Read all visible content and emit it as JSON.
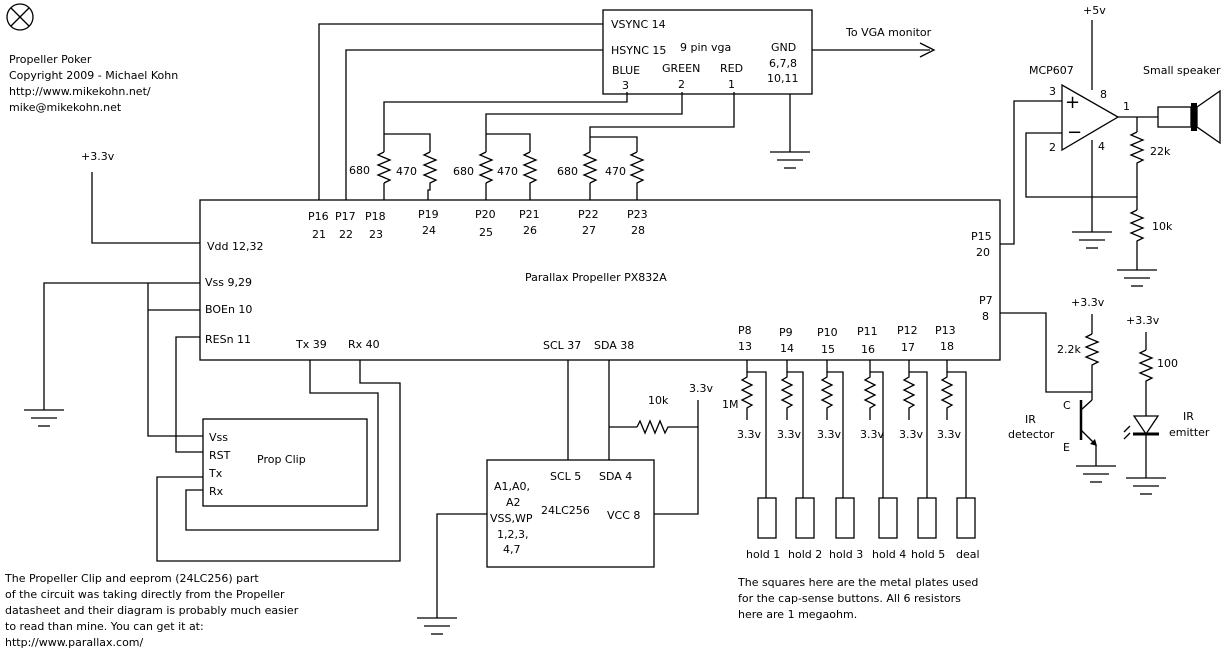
{
  "header": {
    "title": "Propeller Poker",
    "copyright": "Copyright 2009 - Michael Kohn",
    "url": "http://www.mikekohn.net/",
    "email": "mike@mikekohn.net"
  },
  "supply": {
    "v33_main": "+3.3v",
    "v5": "+5v",
    "v33_ir_detector": "+3.3v",
    "v33_ir_emitter": "+3.3v",
    "v33_eeprom": "3.3v"
  },
  "vga": {
    "vsync": "VSYNC 14",
    "hsync": "HSYNC 15",
    "title": "9 pin vga",
    "gnd": "GND",
    "gnd_pins_a": "6,7,8",
    "gnd_pins_b": "10,11",
    "blue": "BLUE",
    "green": "GREEN",
    "red": "RED",
    "blue_pin": "3",
    "green_pin": "2",
    "red_pin": "1",
    "to_monitor": "To VGA monitor"
  },
  "dac_resistors": [
    "680",
    "470",
    "680",
    "470",
    "680",
    "470"
  ],
  "propeller": {
    "name": "Parallax Propeller PX832A",
    "top_pins": [
      {
        "name": "P16",
        "num": "21"
      },
      {
        "name": "P17",
        "num": "22"
      },
      {
        "name": "P18",
        "num": "23"
      },
      {
        "name": "P19",
        "num": "24"
      },
      {
        "name": "P20",
        "num": "25"
      },
      {
        "name": "P21",
        "num": "26"
      },
      {
        "name": "P22",
        "num": "27"
      },
      {
        "name": "P23",
        "num": "28"
      }
    ],
    "vdd": "Vdd 12,32",
    "vss": "Vss 9,29",
    "boen": "BOEn 10",
    "resn": "RESn 11",
    "tx": "Tx 39",
    "rx": "Rx 40",
    "scl": "SCL 37",
    "sda": "SDA 38",
    "bottom_pins": [
      {
        "name": "P8",
        "num": "13"
      },
      {
        "name": "P9",
        "num": "14"
      },
      {
        "name": "P10",
        "num": "15"
      },
      {
        "name": "P11",
        "num": "16"
      },
      {
        "name": "P12",
        "num": "17"
      },
      {
        "name": "P13",
        "num": "18"
      }
    ],
    "p15_name": "P15",
    "p15_num": "20",
    "p7_name": "P7",
    "p7_num": "8"
  },
  "prop_clip": {
    "title": "Prop Clip",
    "vss": "Vss",
    "rst": "RST",
    "tx": "Tx",
    "rx": "Rx"
  },
  "eeprom": {
    "name": "24LC256",
    "scl": "SCL 5",
    "sda": "SDA 4",
    "a_pins": "A1,A0,",
    "a2": "A2",
    "vss_wp": "VSS,WP",
    "pins_1": "1,2,3,",
    "pins_2": "4,7",
    "vcc": "VCC 8",
    "pullup": "10k"
  },
  "cap_sense": {
    "resistor": "1M",
    "rail": "3.3v",
    "buttons": [
      "hold 1",
      "hold 2",
      "hold 3",
      "hold 4",
      "hold 5",
      "deal"
    ]
  },
  "amplifier": {
    "name": "MCP607",
    "plus": "+",
    "minus": "−",
    "pin3": "3",
    "pin2": "2",
    "pin8": "8",
    "pin4": "4",
    "pin1": "1",
    "r_feedback": "22k",
    "r_ground": "10k",
    "speaker": "Small speaker"
  },
  "ir": {
    "detector_label_1": "IR",
    "detector_label_2": "detector",
    "pullup": "2.2k",
    "c": "C",
    "e": "E",
    "emitter_label_1": "IR",
    "emitter_label_2": "emitter",
    "emitter_r": "100"
  },
  "notes": {
    "clip_note": [
      "The Propeller Clip and eeprom (24LC256) part",
      "of the circuit was taking directly from the Propeller",
      "datasheet and their diagram is probably much easier",
      "to read than mine. You can get it at:",
      "http://www.parallax.com/"
    ],
    "button_note": [
      "The squares here are the metal plates used",
      "for the cap-sense buttons.  All 6 resistors",
      "here are 1 megaohm."
    ]
  }
}
